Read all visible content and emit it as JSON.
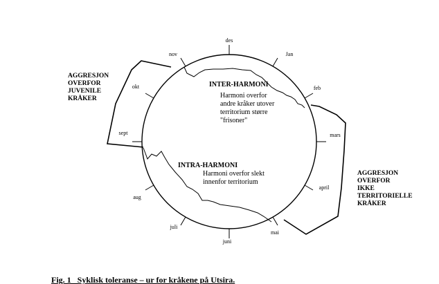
{
  "months": {
    "des": "des",
    "jan": "Jan",
    "feb": "feb",
    "mars": "mars",
    "april": "april",
    "mai": "mai",
    "juni": "juni",
    "juli": "juli",
    "aug": "aug",
    "sept": "sept",
    "okt": "okt",
    "nov": "nov"
  },
  "inter_harmoni": {
    "title": "INTER-HARMONI",
    "lines": [
      "Harmoni overfor",
      "andre kråker utover",
      "territorium større",
      "\"frisoner\""
    ]
  },
  "intra_harmoni": {
    "title": "INTRA-HARMONI",
    "lines": [
      "Harmoni overfor slekt",
      "innenfor territorium"
    ]
  },
  "aggresjon_juvenile": {
    "lines": [
      "AGGRESJON",
      "OVERFOR",
      "JUVENILE",
      "KRÅKER"
    ]
  },
  "aggresjon_ikke_territorielle": {
    "lines": [
      "AGGRESJON",
      "OVERFOR",
      "IKKE",
      "TERRITORIELLE",
      "KRÅKER"
    ]
  },
  "caption": "Fig. 1   Syklisk toleranse – ur for kråkene på Utsira."
}
